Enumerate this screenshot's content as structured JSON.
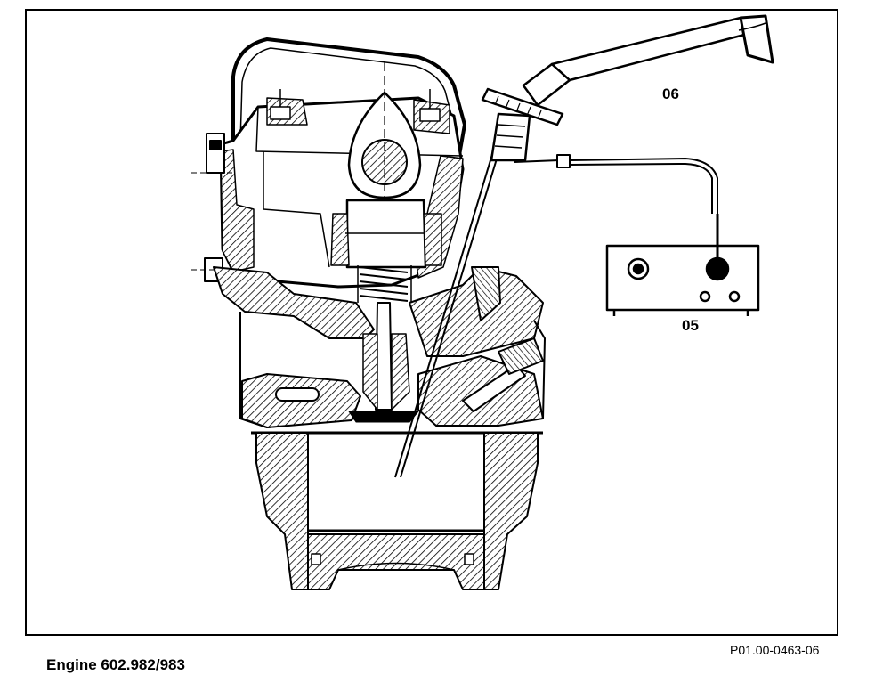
{
  "callouts": {
    "probe_tool": "06",
    "tester_unit": "05"
  },
  "caption": "Engine 602.982/983",
  "figure_code": "P01.00-0463-06",
  "colors": {
    "ink": "#000000",
    "paper": "#ffffff"
  }
}
